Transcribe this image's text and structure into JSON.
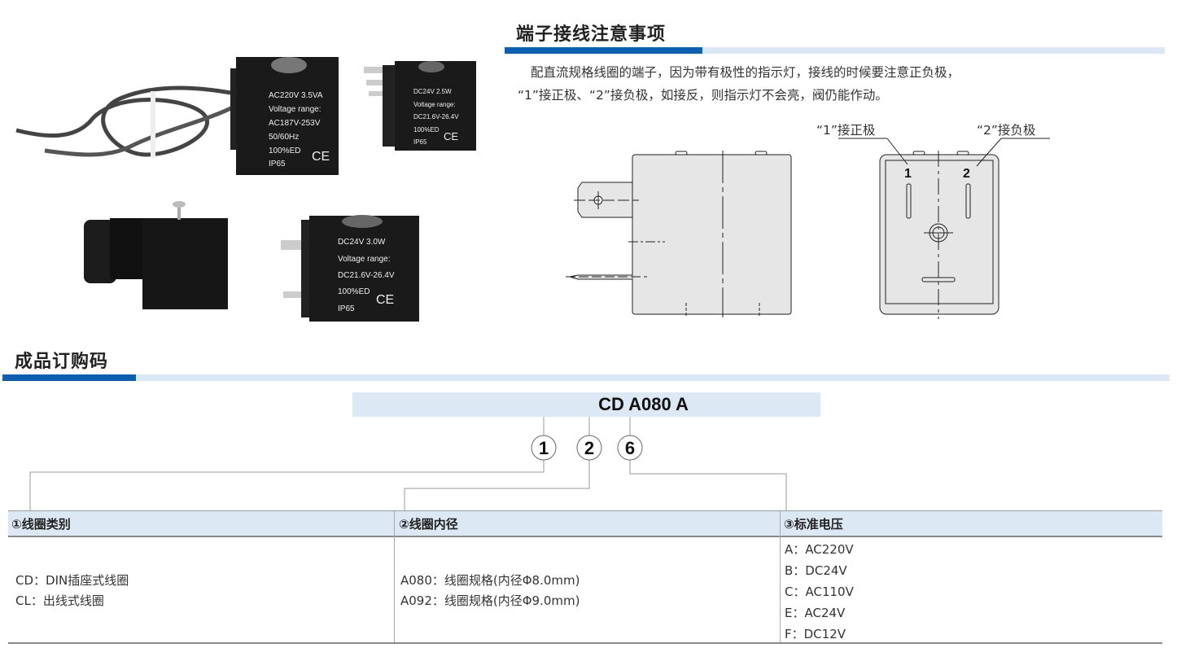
{
  "wiring": {
    "title": "端子接线注意事项",
    "line1": "配直流规格线圈的端子，因为带有极性的指示灯，接线的时候要注意正负极，",
    "line2": "“1”接正极、“2”接负极，如接反，则指示灯不会亮，阀仍能作动。",
    "label_positive": "“1”接正极",
    "label_negative": "“2”接负极",
    "pin1": "1",
    "pin2": "2"
  },
  "products": [
    {
      "lines": [
        "AC220V 3.5VA",
        "Voltage range:",
        "AC187V-253V",
        "50/60Hz",
        "100%ED",
        "IP65"
      ],
      "mark": "CE"
    },
    {
      "lines": [
        "DC24V 2.5W",
        "Voltage range:",
        "DC21.6V-26.4V",
        "100%ED",
        "IP65"
      ],
      "mark": "CE"
    },
    {
      "lines": [
        "DC24V 3.0W",
        "Voltage range:",
        "DC21.6V-26.4V",
        "100%ED",
        "IP65"
      ],
      "mark": "CE"
    }
  ],
  "order": {
    "title": "成品订购码",
    "code": "CD A080  A",
    "markers": [
      "1",
      "2",
      "6"
    ],
    "columns": [
      {
        "header": "①线圈类别",
        "items": [
          "CD：DIN插座式线圈",
          "CL：出线式线圈"
        ]
      },
      {
        "header": "②线圈内径",
        "items": [
          "A080：线圈规格(内径Φ8.0mm)",
          "A092：线圈规格(内径Φ9.0mm)"
        ]
      },
      {
        "header": "③标准电压",
        "items": [
          "A：AC220V",
          "B：DC24V",
          "C：AC110V",
          "E：AC24V",
          "F：DC12V"
        ]
      }
    ]
  },
  "colors": {
    "accent": "#0d5fb0",
    "light": "#dce8f5"
  }
}
